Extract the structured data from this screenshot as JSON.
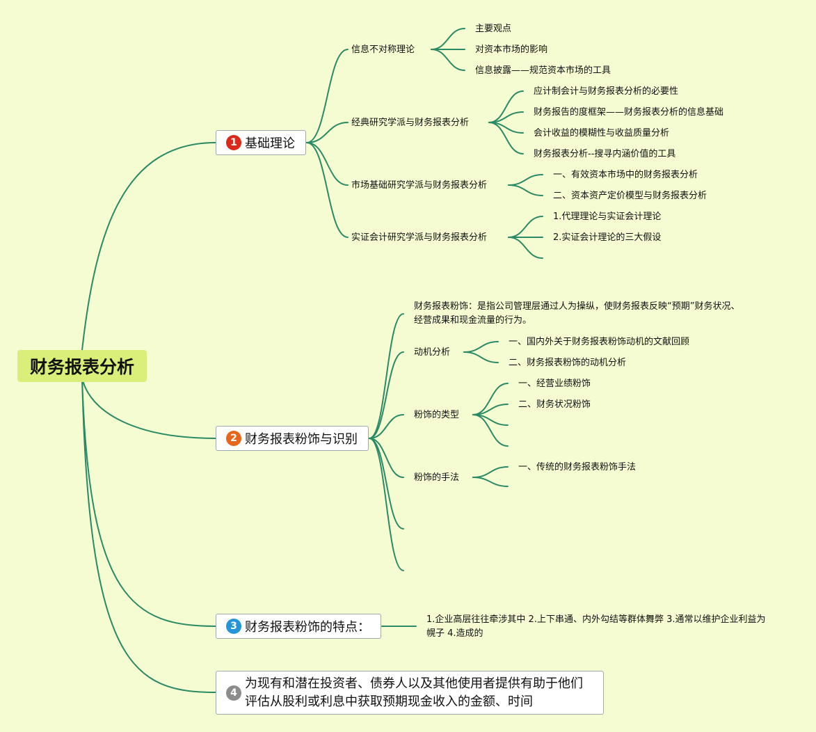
{
  "root": {
    "label": "财务报表分析"
  },
  "branches": [
    {
      "num": "1",
      "label": "基础理论",
      "children": [
        {
          "label": "信息不对称理论",
          "children": [
            "主要观点",
            "对资本市场的影响",
            "信息披露——规范资本市场的工具"
          ]
        },
        {
          "label": "经典研究学派与财务报表分析",
          "children": [
            "应计制会计与财务报表分析的必要性",
            "财务报告的度框架——财务报表分析的信息基础",
            "会计收益的模糊性与收益质量分析",
            "财务报表分析--搜寻内涵价值的工具"
          ]
        },
        {
          "label": "市场基础研究学派与财务报表分析",
          "children": [
            "一、有效资本市场中的财务报表分析",
            "二、资本资产定价模型与财务报表分析"
          ]
        },
        {
          "label": "实证会计研究学派与财务报表分析",
          "children": [
            "1.代理理论与实证会计理论",
            "2.实证会计理论的三大假设"
          ]
        }
      ]
    },
    {
      "num": "2",
      "label": "财务报表粉饰与识别",
      "definition": "财务报表粉饰：是指公司管理层通过人为操纵，使财务报表反映“预期”财务状况、经营成果和现金流量的行为。",
      "children": [
        {
          "label": "动机分析",
          "children": [
            "一、国内外关于财务报表粉饰动机的文献回顾",
            "二、财务报表粉饰的动机分析"
          ]
        },
        {
          "label": "粉饰的类型",
          "children": [
            "一、经营业绩粉饰",
            "二、财务状况粉饰"
          ]
        },
        {
          "label": "粉饰的手法",
          "children": [
            "一、传统的财务报表粉饰手法"
          ]
        }
      ]
    },
    {
      "num": "3",
      "label": "财务报表粉饰的特点：",
      "detail": "1.企业高层往往牵涉其中 2.上下串通、内外勾结等群体舞弊 3.通常以维护企业利益为幌子 4.造成的"
    },
    {
      "num": "4",
      "label": "为现有和潜在投资者、债券人以及其他使用者提供有助于他们评估从股利或利息中获取预期现金收入的金额、时间"
    }
  ],
  "colors": {
    "background": "#f5fcd2",
    "root": "#d9ef7a",
    "edge": "#2a8a66",
    "badge1": "#d92a1c",
    "badge2": "#e8661c",
    "badge3": "#2395d8",
    "badge4": "#8c8c8c"
  }
}
